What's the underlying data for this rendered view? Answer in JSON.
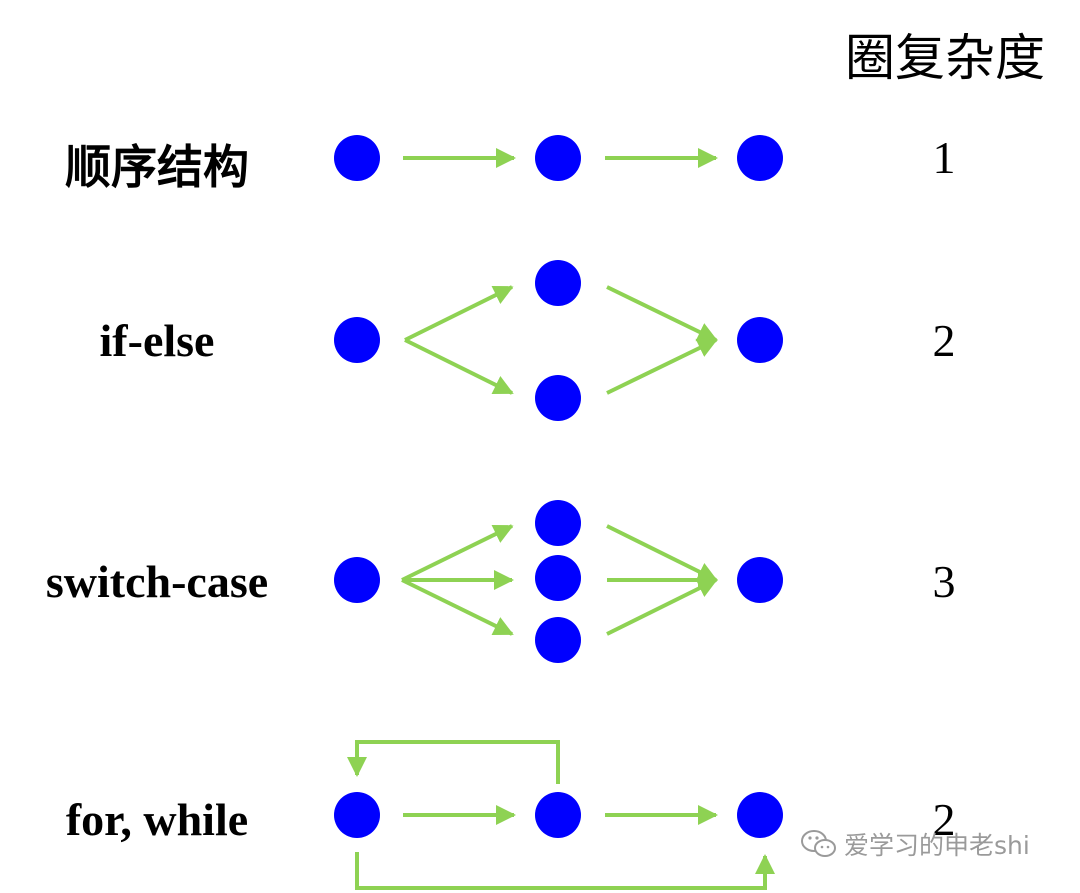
{
  "header": {
    "title": "圈复杂度"
  },
  "colors": {
    "node": "#0000ff",
    "edge": "#8ed253",
    "text": "#000000"
  },
  "rows": [
    {
      "label": "顺序结构",
      "complexity": "1"
    },
    {
      "label": "if-else",
      "complexity": "2"
    },
    {
      "label": "switch-case",
      "complexity": "3"
    },
    {
      "label": "for, while",
      "complexity": "2"
    }
  ],
  "watermark": {
    "text": "爱学习的申老shi",
    "icon": "wechat-icon"
  }
}
